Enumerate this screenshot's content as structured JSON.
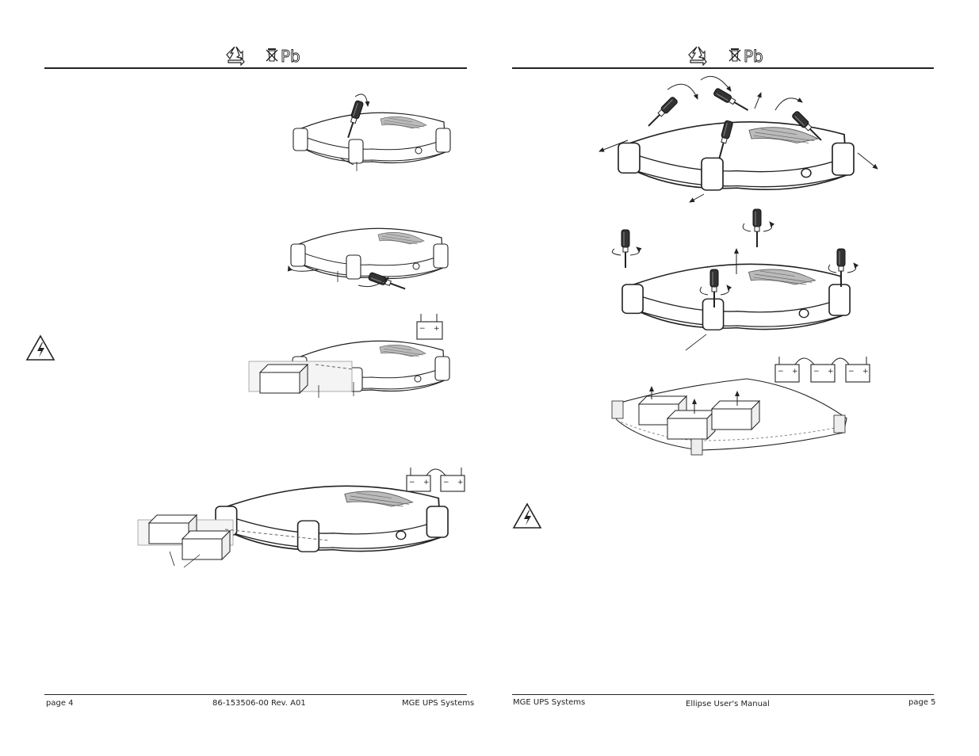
{
  "header": {
    "lead_symbol": "Pb"
  },
  "left_page": {
    "footer": {
      "page_number": "page 4",
      "doc_number": "86-153506-00 Rev. A01",
      "company": "MGE UPS Systems"
    }
  },
  "right_page": {
    "footer": {
      "company": "MGE UPS Systems",
      "manual": "Ellipse User's Manual",
      "page_number": "page 5"
    }
  },
  "battery": {
    "minus": "−",
    "plus": "+"
  },
  "icons": {
    "recycle": "recycle-icon",
    "no_lead": "no-lead-icon",
    "warning": "electrical-warning-icon",
    "screwdriver": "screwdriver-icon"
  },
  "colors": {
    "line": "#222222",
    "fill_light": "#ffffff",
    "fill_shade": "#e6e6e6"
  }
}
